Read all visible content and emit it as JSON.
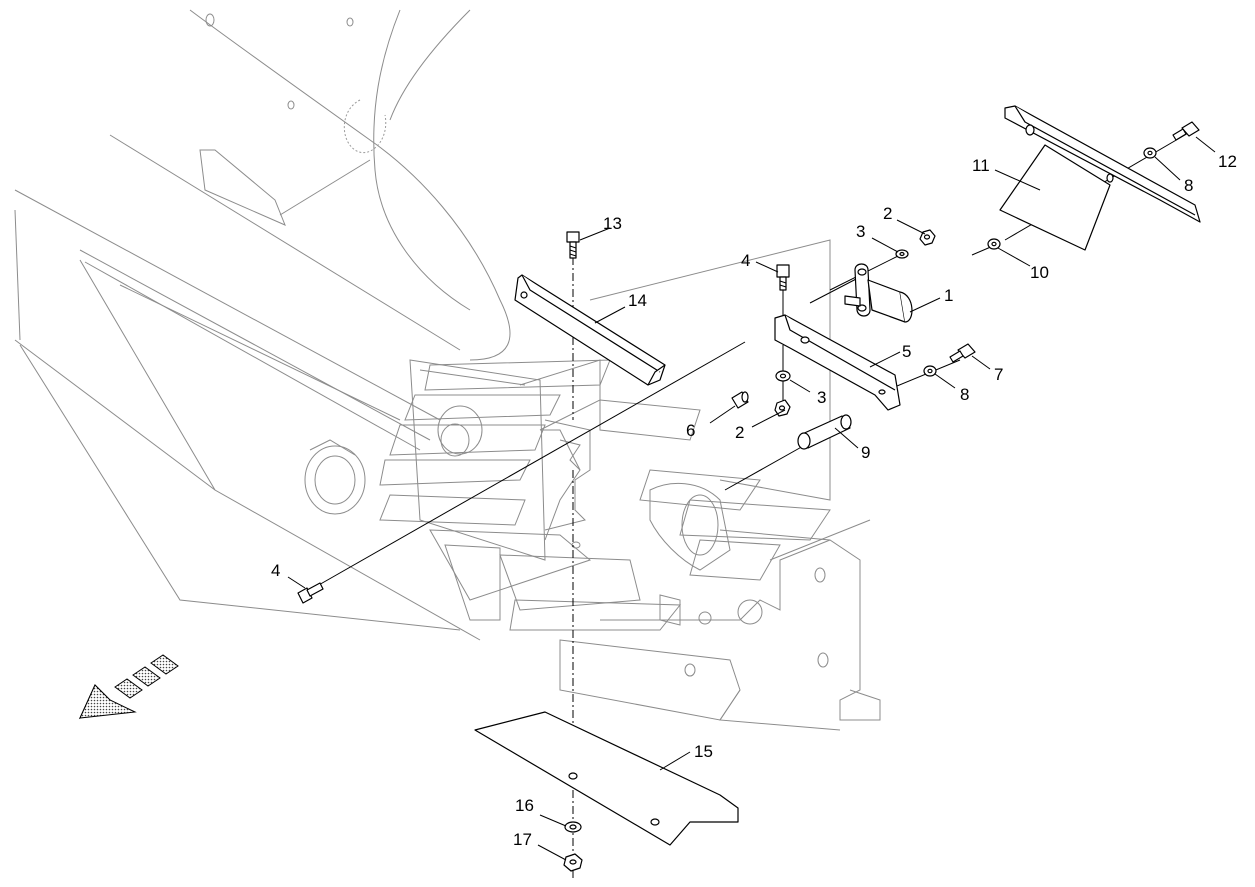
{
  "callouts": [
    {
      "id": "c1",
      "text": "1"
    },
    {
      "id": "c2a",
      "text": "2"
    },
    {
      "id": "c2b",
      "text": "2"
    },
    {
      "id": "c3a",
      "text": "3"
    },
    {
      "id": "c3b",
      "text": "3"
    },
    {
      "id": "c4a",
      "text": "4"
    },
    {
      "id": "c4b",
      "text": "4"
    },
    {
      "id": "c5",
      "text": "5"
    },
    {
      "id": "c6",
      "text": "6"
    },
    {
      "id": "c7",
      "text": "7"
    },
    {
      "id": "c8a",
      "text": "8"
    },
    {
      "id": "c8b",
      "text": "8"
    },
    {
      "id": "c9",
      "text": "9"
    },
    {
      "id": "c10",
      "text": "10"
    },
    {
      "id": "c11",
      "text": "11"
    },
    {
      "id": "c12",
      "text": "12"
    },
    {
      "id": "c13",
      "text": "13"
    },
    {
      "id": "c14",
      "text": "14"
    },
    {
      "id": "c15",
      "text": "15"
    },
    {
      "id": "c16",
      "text": "16"
    },
    {
      "id": "c17",
      "text": "17"
    }
  ],
  "icons": {
    "direction_arrow": "forward-direction-arrow-icon"
  },
  "colors": {
    "line": "#000000",
    "ghost_line": "#8c8c8c",
    "background": "#ffffff"
  }
}
